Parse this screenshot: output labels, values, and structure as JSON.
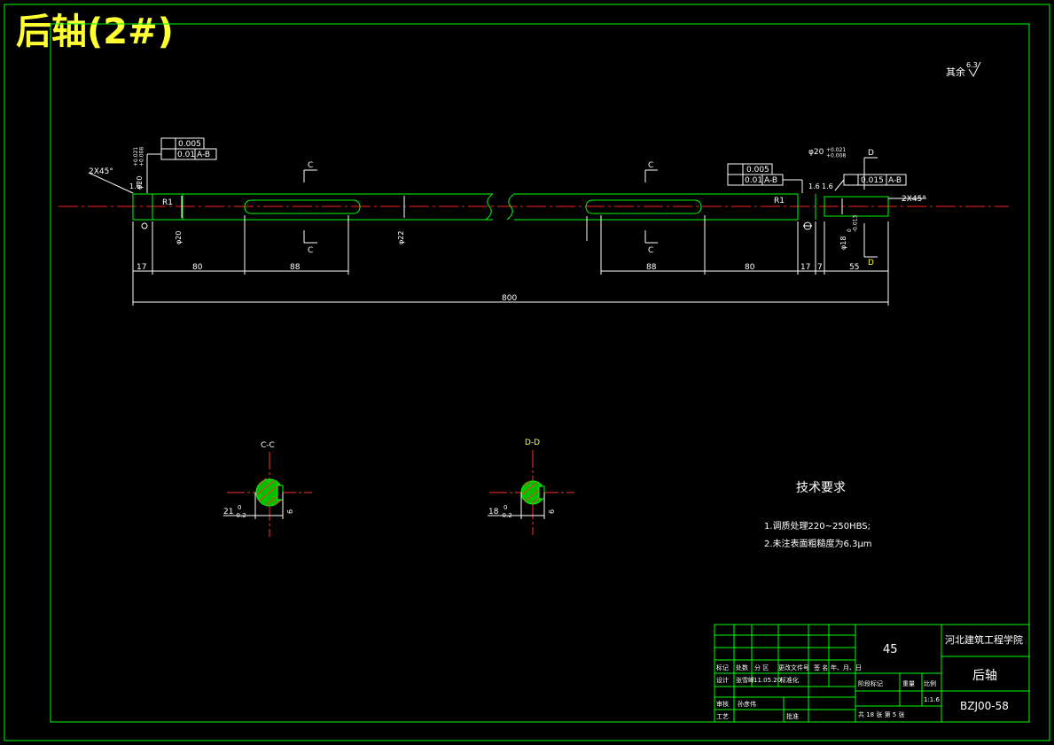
{
  "title": "后轴(2#)",
  "roughness_note": {
    "label": "其余",
    "value": "6.3"
  },
  "colors": {
    "outline": "#00ff00",
    "dim": "#ffffff",
    "centerline": "#ff2020",
    "title": "#ffff33",
    "section_line": "#ff3030"
  },
  "tolerance_frames": {
    "left": [
      {
        "symbol": "cylindricity",
        "value": "0.005",
        "datum": ""
      },
      {
        "symbol": "runout",
        "value": "0.01",
        "datum": "A-B"
      }
    ],
    "right_top": [
      {
        "symbol": "cylindricity",
        "value": "0.005",
        "datum": ""
      },
      {
        "symbol": "runout",
        "value": "0.01",
        "datum": "A-B"
      }
    ],
    "right_end": [
      {
        "symbol": "runout",
        "value": "0.015",
        "datum": "A-B"
      }
    ]
  },
  "dimensions": {
    "chamfer_left": "2X45°",
    "chamfer_right": "2X45°",
    "fillet_left": "R1",
    "fillet_right": "R1",
    "dia_journal_left": "φ20",
    "dia_journal_left_tol": "+0.021\n+0.008",
    "dia_journal_right": "φ20",
    "dia_journal_right_tol": "+0.021\n+0.008",
    "dia_bearing": "φ20",
    "dia_main": "φ22",
    "dia_end": "φ18",
    "dia_end_tol": "0\n-0.013",
    "roughness_left": "1.6",
    "roughness_right_a": "1.6",
    "roughness_right_b": "1.6",
    "lengths_left": [
      "17",
      "80",
      "88"
    ],
    "lengths_right": [
      "88",
      "80",
      "17",
      "7",
      "55"
    ],
    "overall": "800"
  },
  "section_markers": {
    "c": "C",
    "d": "D"
  },
  "sections": [
    {
      "label": "C-C",
      "width_dim": "21",
      "width_tol_upper": "0",
      "width_tol_lower": "-0.2",
      "side_dim": "6",
      "label_color": "#ffffff"
    },
    {
      "label": "D-D",
      "width_dim": "18",
      "width_tol_upper": "0",
      "width_tol_lower": "-0.2",
      "side_dim": "6",
      "label_color": "#ffff33"
    }
  ],
  "tech_requirements": {
    "heading": "技术要求",
    "items": [
      "1.调质处理220~250HBS;",
      "2.未注表面粗糙度为6.3μm"
    ]
  },
  "title_block": {
    "material": "45",
    "school": "河北建筑工程学院",
    "part_name": "后轴",
    "drawing_no": "BZJ00-58",
    "scale": "1:1.6",
    "header_row": [
      "标记",
      "处数",
      "分 区",
      "更改文件号",
      "签 名",
      "年、月、日"
    ],
    "design_row": [
      "设计",
      "张雪峰",
      "11.05.20",
      "标准化"
    ],
    "review": "审核",
    "reviewer": "孙彦伟",
    "process": "工艺",
    "approve": "批准",
    "stage_label": "阶段标记",
    "weight_label": "重量",
    "scale_label": "比例",
    "sheets": "共 18 张  第 5 张"
  }
}
